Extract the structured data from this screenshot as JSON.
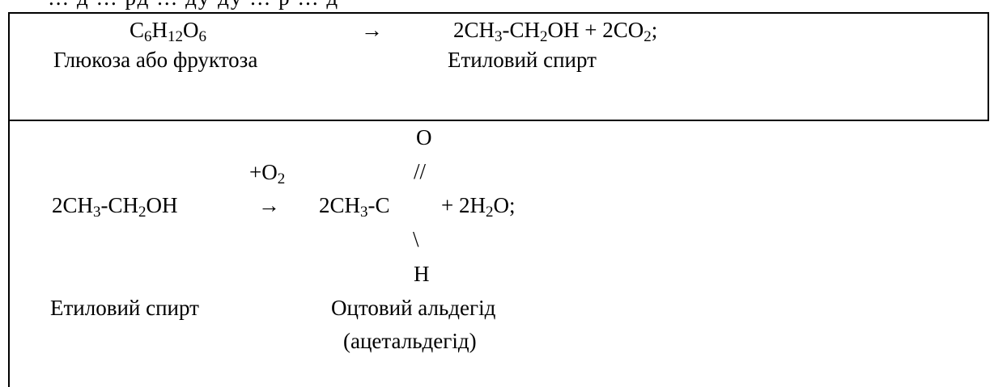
{
  "cut_header": {
    "text": "... д ... рд ... ду ду ... р ... д"
  },
  "reaction_1": {
    "reactant": {
      "a": "C",
      "s1": "6",
      "b": "H",
      "s2": "12",
      "c": "O",
      "s3": "6"
    },
    "arrow": "→",
    "products": {
      "a": "2CH",
      "s1": "3",
      "b": "-CH",
      "s2": "2",
      "c": "OH + 2CO",
      "s3": "2",
      "d": ";"
    },
    "reactant_name": "Глюкоза або фруктоза",
    "product_name": "Етиловий спирт"
  },
  "reaction_2": {
    "top_o": "O",
    "condition": {
      "a": "+O",
      "s1": "2"
    },
    "double_bond": "//",
    "reactant": {
      "a": "2CH",
      "s1": "3",
      "b": "-CH",
      "s2": "2",
      "c": "OH"
    },
    "arrow": "→",
    "aldehyde": {
      "a": "2CH",
      "s1": "3",
      "b": "-C"
    },
    "water": {
      "a": "+ 2H",
      "s1": "2",
      "b": "O;"
    },
    "single_bond": "\\",
    "bottom_h": "H",
    "reactant_name": "Етиловий спирт",
    "product_name": "Оцтовий альдегід",
    "product_alt_name": "(ацетальдегід)"
  }
}
